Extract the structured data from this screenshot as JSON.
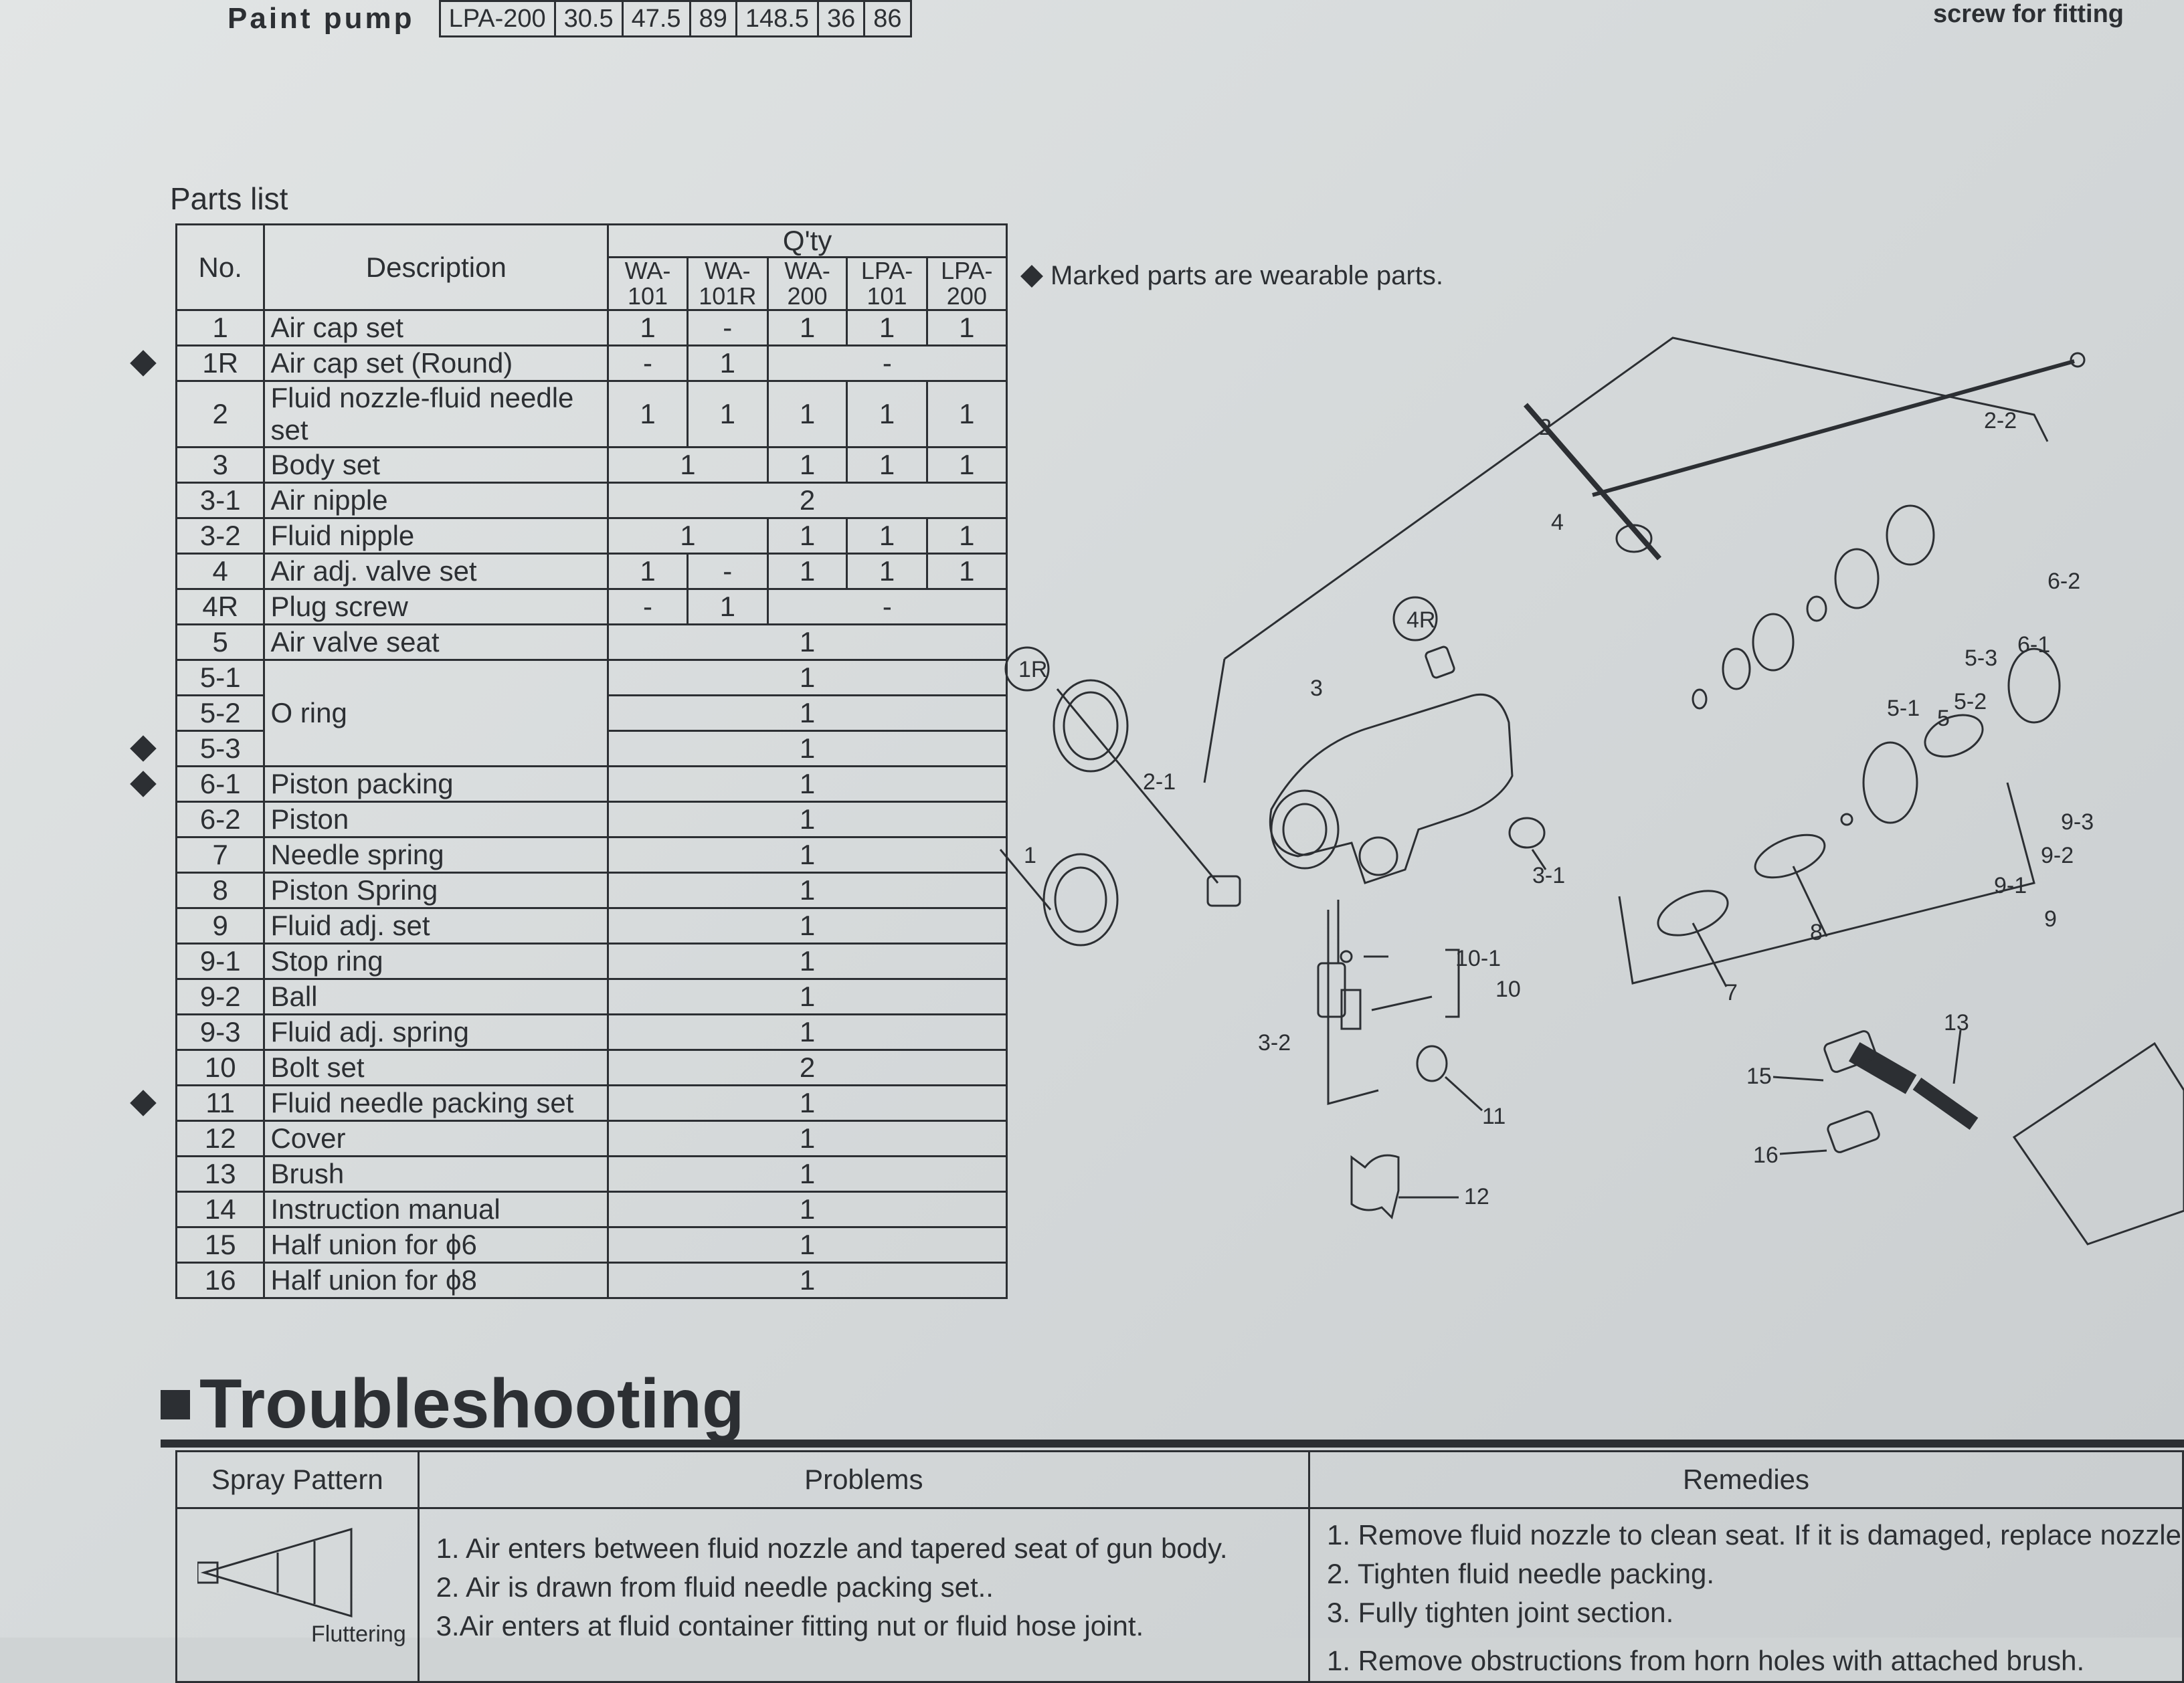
{
  "top_row": {
    "label": "Paint pump",
    "cells": [
      "LPA-200",
      "30.5",
      "47.5",
      "89",
      "148.5",
      "36",
      "86"
    ],
    "right_text": "screw for fitting"
  },
  "parts_list": {
    "title": "Parts list",
    "headers": {
      "no": "No.",
      "description": "Description",
      "qty": "Q'ty",
      "models": [
        "WA-101",
        "WA-101R",
        "WA-200",
        "LPA-101",
        "LPA-200"
      ]
    },
    "rows": [
      {
        "no": "1",
        "desc": "Air cap set",
        "wear": false,
        "qty": [
          "1",
          "-",
          "1",
          "1",
          "1"
        ]
      },
      {
        "no": "1R",
        "desc": "Air cap set (Round)",
        "wear": true,
        "qty": [
          "-",
          "1",
          "-"
        ]
      },
      {
        "no": "2",
        "desc": "Fluid nozzle-fluid needle set",
        "wear": false,
        "qty": [
          "1",
          "1",
          "1",
          "1",
          "1"
        ]
      },
      {
        "no": "3",
        "desc": "Body set",
        "wear": false,
        "qty": [
          "1",
          "1",
          "1",
          "1"
        ]
      },
      {
        "no": "3-1",
        "desc": "Air nipple",
        "wear": false,
        "qty": [
          "2"
        ]
      },
      {
        "no": "3-2",
        "desc": "Fluid nipple",
        "wear": false,
        "qty": [
          "1",
          "1",
          "1",
          "1"
        ]
      },
      {
        "no": "4",
        "desc": "Air adj. valve set",
        "wear": false,
        "qty": [
          "1",
          "-",
          "1",
          "1",
          "1"
        ]
      },
      {
        "no": "4R",
        "desc": "Plug screw",
        "wear": false,
        "qty": [
          "-",
          "1",
          "-"
        ]
      },
      {
        "no": "5",
        "desc": "Air valve seat",
        "wear": false,
        "qty": [
          "1"
        ]
      },
      {
        "no": "5-1",
        "desc": "O ring",
        "wear": false,
        "qty": [
          "1"
        ]
      },
      {
        "no": "5-2",
        "desc": "",
        "wear": false,
        "qty": [
          "1"
        ]
      },
      {
        "no": "5-3",
        "desc": "",
        "wear": true,
        "qty": [
          "1"
        ]
      },
      {
        "no": "6-1",
        "desc": "Piston packing",
        "wear": true,
        "qty": [
          "1"
        ]
      },
      {
        "no": "6-2",
        "desc": "Piston",
        "wear": false,
        "qty": [
          "1"
        ]
      },
      {
        "no": "7",
        "desc": "Needle spring",
        "wear": false,
        "qty": [
          "1"
        ]
      },
      {
        "no": "8",
        "desc": "Piston Spring",
        "wear": false,
        "qty": [
          "1"
        ]
      },
      {
        "no": "9",
        "desc": "Fluid adj. set",
        "wear": false,
        "qty": [
          "1"
        ]
      },
      {
        "no": "9-1",
        "desc": "Stop ring",
        "wear": false,
        "qty": [
          "1"
        ]
      },
      {
        "no": "9-2",
        "desc": "Ball",
        "wear": false,
        "qty": [
          "1"
        ]
      },
      {
        "no": "9-3",
        "desc": "Fluid adj. spring",
        "wear": false,
        "qty": [
          "1"
        ]
      },
      {
        "no": "10",
        "desc": "Bolt set",
        "wear": false,
        "qty": [
          "2"
        ]
      },
      {
        "no": "11",
        "desc": "Fluid needle packing set",
        "wear": true,
        "qty": [
          "1"
        ]
      },
      {
        "no": "12",
        "desc": "Cover",
        "wear": false,
        "qty": [
          "1"
        ]
      },
      {
        "no": "13",
        "desc": "Brush",
        "wear": false,
        "qty": [
          "1"
        ]
      },
      {
        "no": "14",
        "desc": "Instruction manual",
        "wear": false,
        "qty": [
          "1"
        ]
      },
      {
        "no": "15",
        "desc": "Half union for ϕ6",
        "wear": false,
        "qty": [
          "1"
        ]
      },
      {
        "no": "16",
        "desc": "Half union for ϕ8",
        "wear": false,
        "qty": [
          "1"
        ]
      }
    ]
  },
  "wear_note": "Marked parts are wearable parts.",
  "diagram_labels": [
    "2",
    "2-2",
    "4",
    "4R",
    "1R",
    "3",
    "2-1",
    "1",
    "6-2",
    "6-1",
    "5-3",
    "5-2",
    "5-1",
    "5",
    "3-1",
    "10-1",
    "10",
    "3-2",
    "11",
    "12",
    "9-3",
    "9-2",
    "9-1",
    "9",
    "8",
    "7",
    "13",
    "15",
    "16"
  ],
  "troubleshooting": {
    "title": "Troubleshooting",
    "headers": {
      "pattern": "Spray Pattern",
      "problems": "Problems",
      "remedies": "Remedies"
    },
    "problems": [
      "1. Air enters between fluid nozzle and tapered seat of gun body.",
      "2. Air is drawn from fluid needle packing set..",
      "3.Air enters at fluid container fitting nut or fluid hose joint."
    ],
    "remedies": [
      "1. Remove fluid nozzle to clean seat.  If it is damaged, replace nozzle",
      "2. Tighten fluid needle packing.",
      "3. Fully tighten joint section.",
      "1. Remove obstructions from horn holes with attached brush."
    ],
    "pattern_caption": "Fluttering"
  }
}
